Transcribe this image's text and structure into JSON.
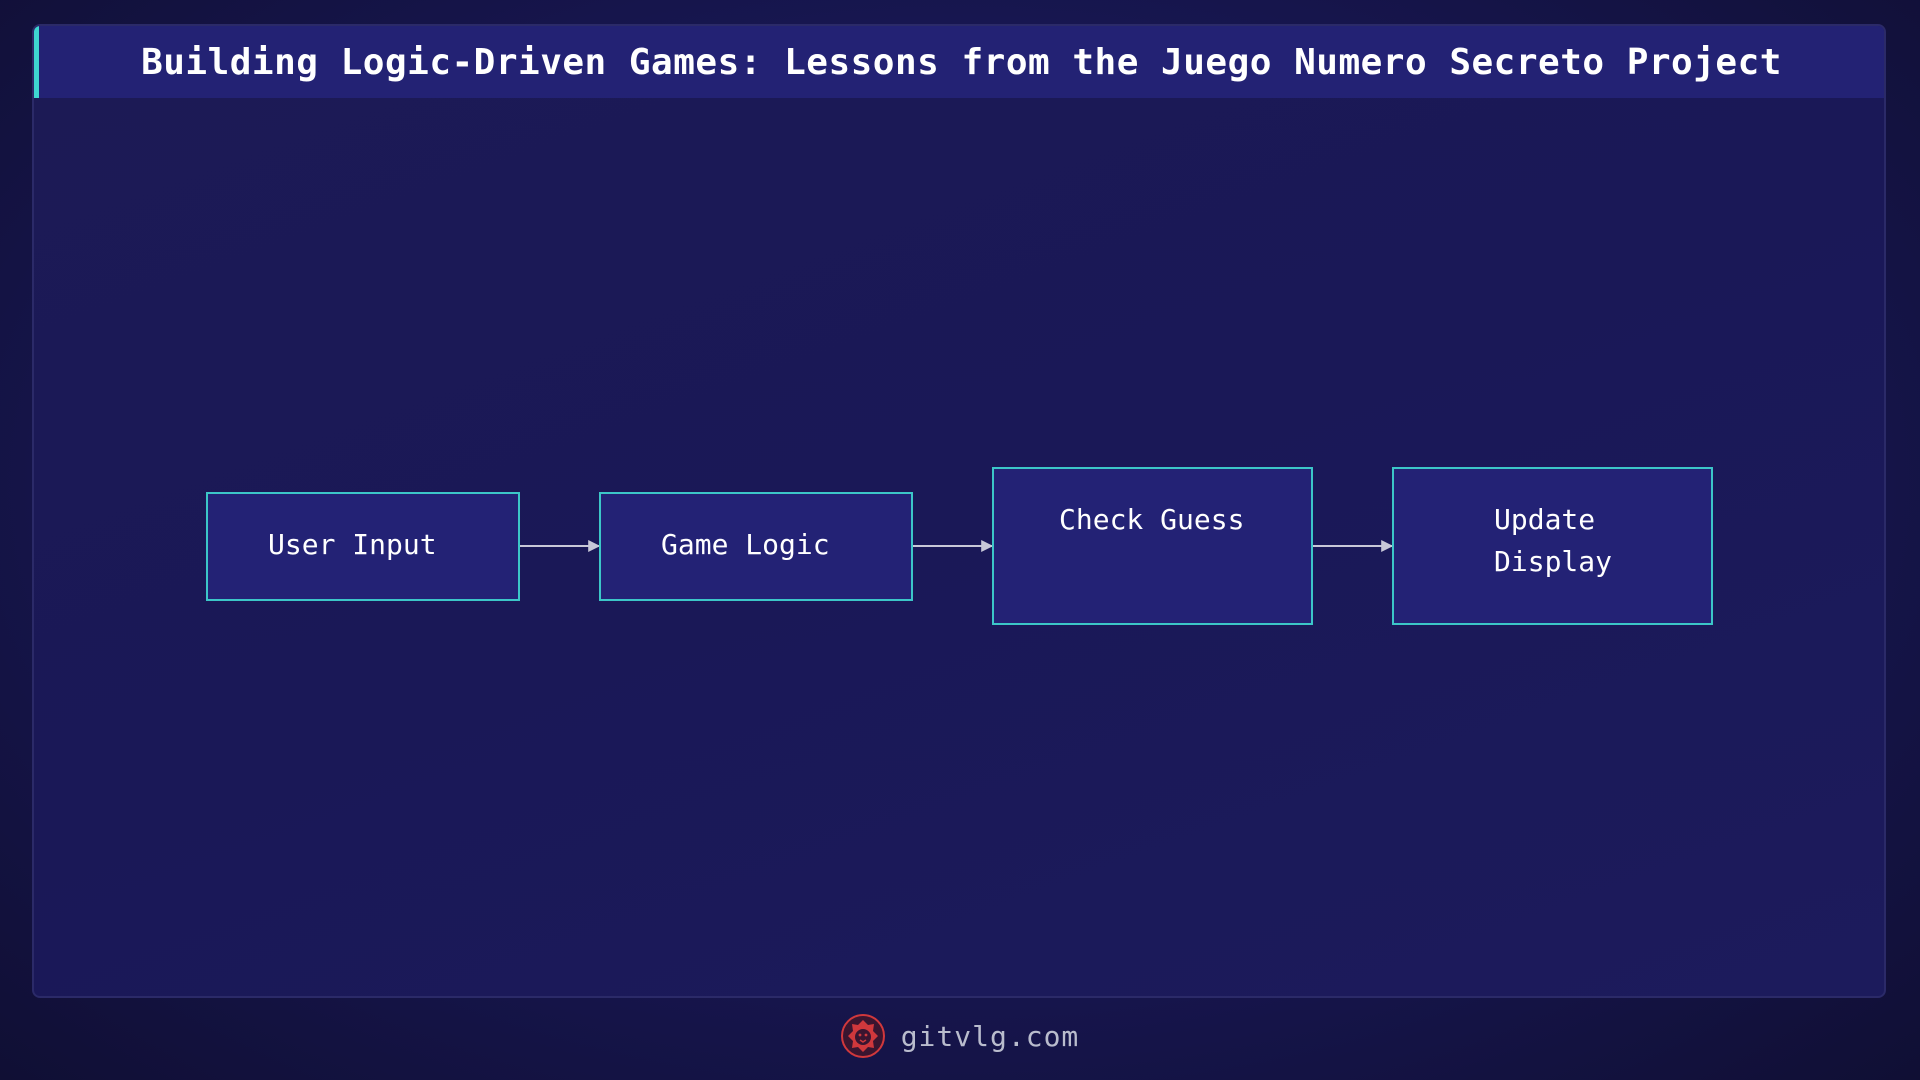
{
  "header": {
    "title": "Building Logic-Driven Games: Lessons from the Juego Numero Secreto Project"
  },
  "diagram": {
    "type": "flowchart",
    "nodes": [
      {
        "id": "user-input",
        "label": "User Input"
      },
      {
        "id": "game-logic",
        "label": "Game Logic"
      },
      {
        "id": "check-guess",
        "label": "Check Guess"
      },
      {
        "id": "update-display",
        "label": "Update\nDisplay"
      }
    ],
    "edges": [
      {
        "from": "user-input",
        "to": "game-logic"
      },
      {
        "from": "game-logic",
        "to": "check-guess"
      },
      {
        "from": "check-guess",
        "to": "update-display"
      }
    ]
  },
  "footer": {
    "site": "gitvlg.com",
    "logo_icon": "lion-head-icon"
  },
  "colors": {
    "background": "#171650",
    "title_bar": "#232274",
    "accent": "#3ed6d0",
    "node_fill": "#232275",
    "node_border": "#3cc6c8",
    "edge": "#c8c8d8",
    "logo": "#d0383c"
  }
}
